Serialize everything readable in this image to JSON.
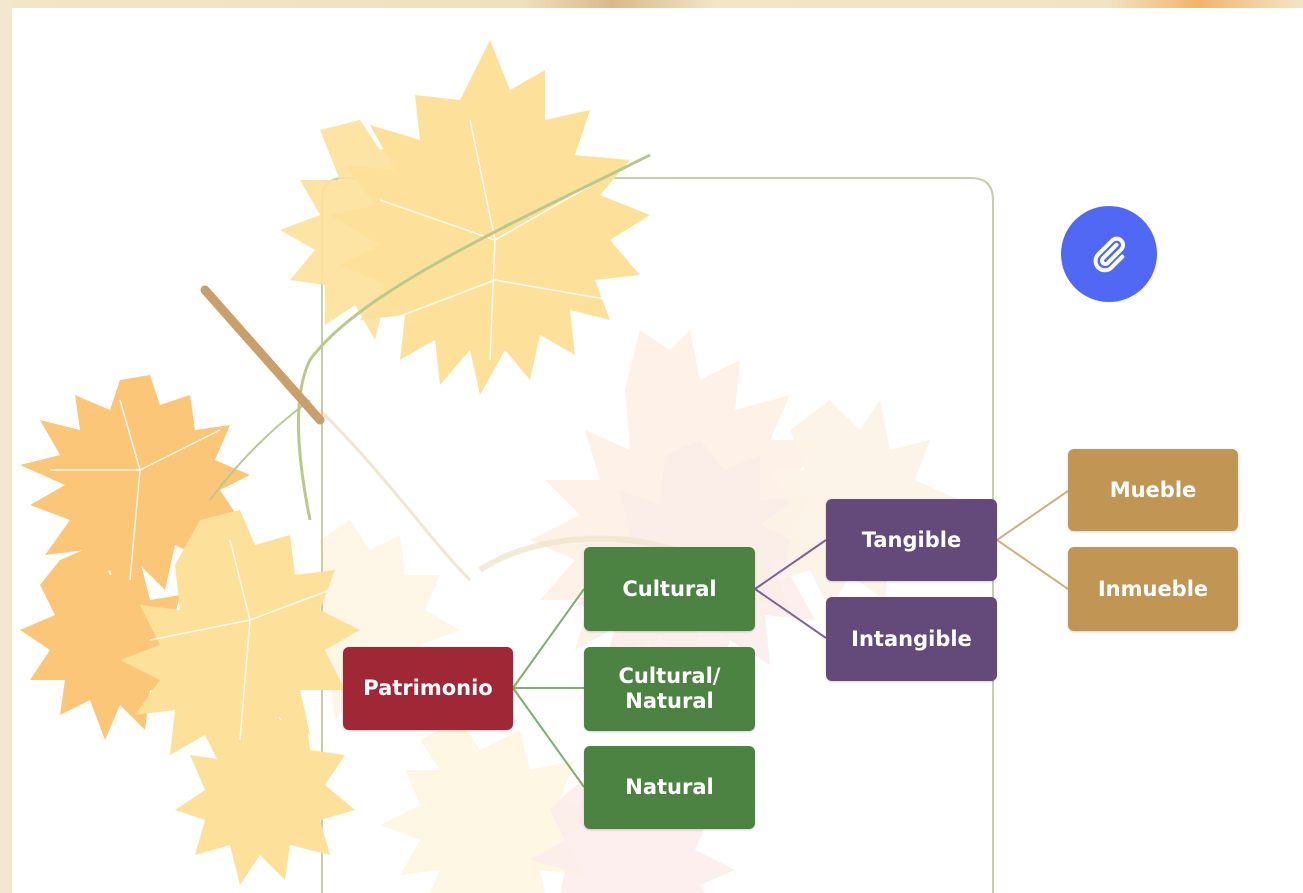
{
  "diagram": {
    "root": {
      "label": "Patrimonio",
      "color": "#a02735"
    },
    "level1": [
      {
        "label": "Cultural",
        "color": "#4c8342"
      },
      {
        "label": "Cultural/\nNatural",
        "color": "#4c8342"
      },
      {
        "label": "Natural",
        "color": "#4c8342"
      }
    ],
    "cultural_children": [
      {
        "label": "Tangible",
        "color": "#634a7a"
      },
      {
        "label": "Intangible",
        "color": "#634a7a"
      }
    ],
    "tangible_children": [
      {
        "label": "Mueble",
        "color": "#c19553"
      },
      {
        "label": "Inmueble",
        "color": "#c19553"
      }
    ]
  },
  "toolbar": {
    "attach_button_icon": "paperclip-icon",
    "attach_button_color": "#5168f5"
  }
}
